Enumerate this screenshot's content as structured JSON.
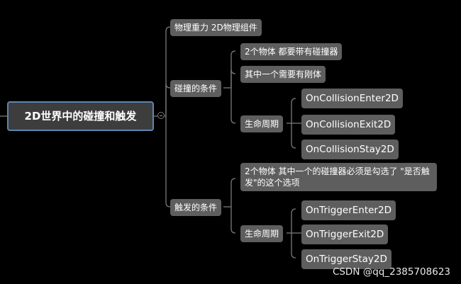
{
  "root": {
    "label": "2D世界中的碰撞和触发"
  },
  "branches": {
    "physics": {
      "label": "物理重力 2D物理组件"
    },
    "collision": {
      "label": "碰撞的条件",
      "conditions": [
        {
          "label": "2个物体 都要带有碰撞器"
        },
        {
          "label": "其中一个需要有刚体"
        }
      ],
      "lifecycle": {
        "label": "生命周期",
        "items": [
          {
            "label": "OnCollisionEnter2D"
          },
          {
            "label": "OnCollisionExit2D"
          },
          {
            "label": "OnCollisionStay2D"
          }
        ]
      }
    },
    "trigger": {
      "label": "触发的条件",
      "conditions": [
        {
          "label": "2个物体 其中一个的碰撞器必须是勾选了 \"是否触发\"的这个选项"
        }
      ],
      "lifecycle": {
        "label": "生命周期",
        "items": [
          {
            "label": "OnTriggerEnter2D"
          },
          {
            "label": "OnTriggerExit2D"
          },
          {
            "label": "OnTriggerStay2D"
          }
        ]
      }
    }
  },
  "watermark": "CSDN @qq_2385708623",
  "colors": {
    "background": "#000000",
    "node": "#5e5e5e",
    "root_border": "#5e86b0",
    "connector": "#7a7a7a"
  }
}
